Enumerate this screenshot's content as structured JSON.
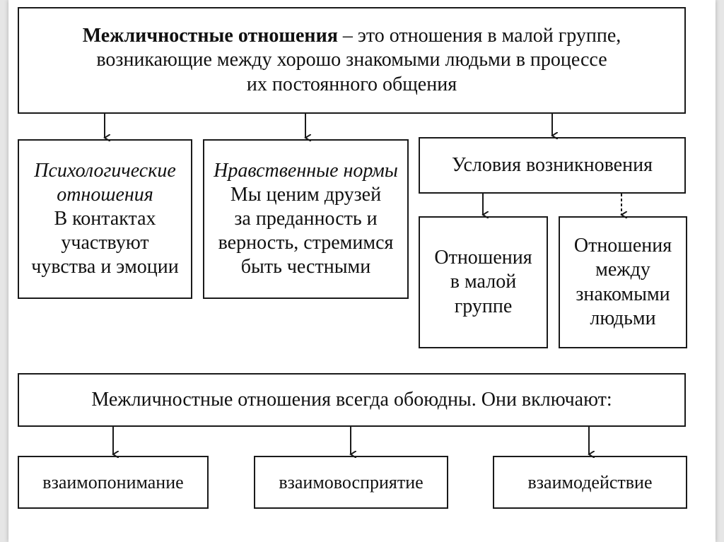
{
  "definition": {
    "term": "Межличностные отношения",
    "line1_rest": " – это отношения в малой группе,",
    "line2": "возникающие  между хорошо знакомыми людьми в процессе",
    "line3": "их постоянного общения"
  },
  "psychological": {
    "title_line1": "Психологические",
    "title_line2": "отношения",
    "text_line1": "В контактах",
    "text_line2": "участвуют",
    "text_line3": "чувства и эмоции"
  },
  "moral": {
    "title": "Нравственные нормы",
    "text_line1": "Мы ценим друзей",
    "text_line2": "за преданность и",
    "text_line3": "верность, стремимся",
    "text_line4": "быть честными"
  },
  "conditions": {
    "title": "Условия возникновения",
    "small_group": {
      "line1": "Отношения",
      "line2": "в малой",
      "line3": "группе"
    },
    "acquaintances": {
      "line1": "Отношения",
      "line2": "между",
      "line3": "знакомыми",
      "line4": "людьми"
    }
  },
  "mutual": {
    "statement": "Межличностные отношения всегда обоюдны. Они включают:",
    "items": [
      "взаимопонимание",
      "взаимовосприятие",
      "взаимодействие"
    ]
  },
  "colors": {
    "ink": "#1a1a1a",
    "frame": "#e6e6e6",
    "paper": "#ffffff"
  }
}
